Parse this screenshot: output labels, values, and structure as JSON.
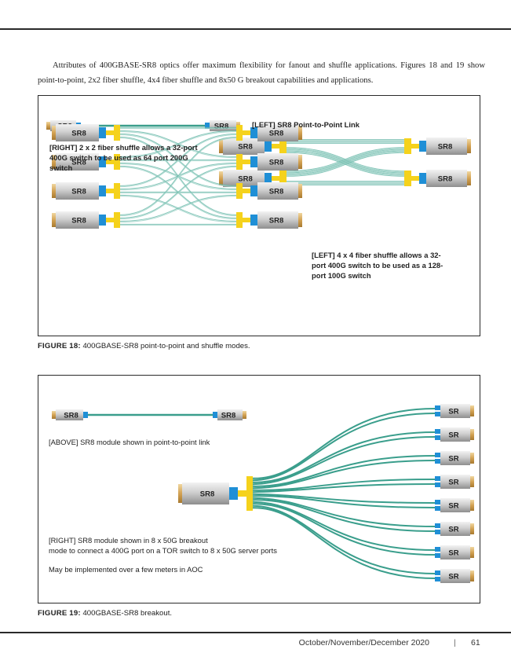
{
  "intro": {
    "paragraph": "Attributes of 400GBASE-SR8 optics offer maximum flexibility for fanout and shuffle applications. Figures 18 and 19 show point-to-point, 2x2 fiber shuffle, 4x4 fiber shuffle and 8x50 G breakout capabilities and applications."
  },
  "figure18": {
    "caption_label": "FIGURE 18:",
    "caption_text": " 400GBASE-SR8 point-to-point and shuffle modes.",
    "p2p_label": "[LEFT] SR8 Point-to-Point Link",
    "shuffle2x2_note": "[RIGHT] 2 x 2 fiber shuffle allows a 32-port 400G switch to be used as 64 port 200G switch",
    "shuffle4x4_note": "[LEFT] 4 x 4 fiber shuffle allows a 32-port 400G switch to be used as a 128-port 100G switch",
    "module_label": "SR8",
    "p2p_modules": [
      "SR8",
      "SR8"
    ],
    "shuffle2x2_left": [
      "SR8",
      "SR8"
    ],
    "shuffle2x2_right": [
      "SR8",
      "SR8"
    ],
    "shuffle4x4_left": [
      "SR8",
      "SR8",
      "SR8",
      "SR8"
    ],
    "shuffle4x4_right": [
      "SR8",
      "SR8",
      "SR8",
      "SR8"
    ]
  },
  "figure19": {
    "caption_label": "FIGURE 19:",
    "caption_text": " 400GBASE-SR8 breakout.",
    "p2p_note": "[ABOVE] SR8 module shown in point-to-point link",
    "breakout_note_line1": "[RIGHT] SR8 module shown in 8 x 50G breakout",
    "breakout_note_line2": "mode to connect a 400G port on a TOR switch to 8 x 50G server ports",
    "aoc_note": "May be implemented over a few meters in AOC",
    "p2p_modules": [
      "SR8",
      "SR8"
    ],
    "breakout_source": "SR8",
    "breakout_targets": [
      "SR",
      "SR",
      "SR",
      "SR",
      "SR",
      "SR",
      "SR",
      "SR"
    ]
  },
  "footer": {
    "issue": "October/November/December 2020",
    "separator": "|",
    "page_number": "61"
  },
  "colors": {
    "fiber": "#3a9e8c",
    "fiber_light": "#9fd3c8",
    "connector_blue": "#1f8fd6",
    "connector_yellow": "#f5d21c",
    "module_silver": "#c9c9c9",
    "module_gold": "#d9aa55"
  }
}
